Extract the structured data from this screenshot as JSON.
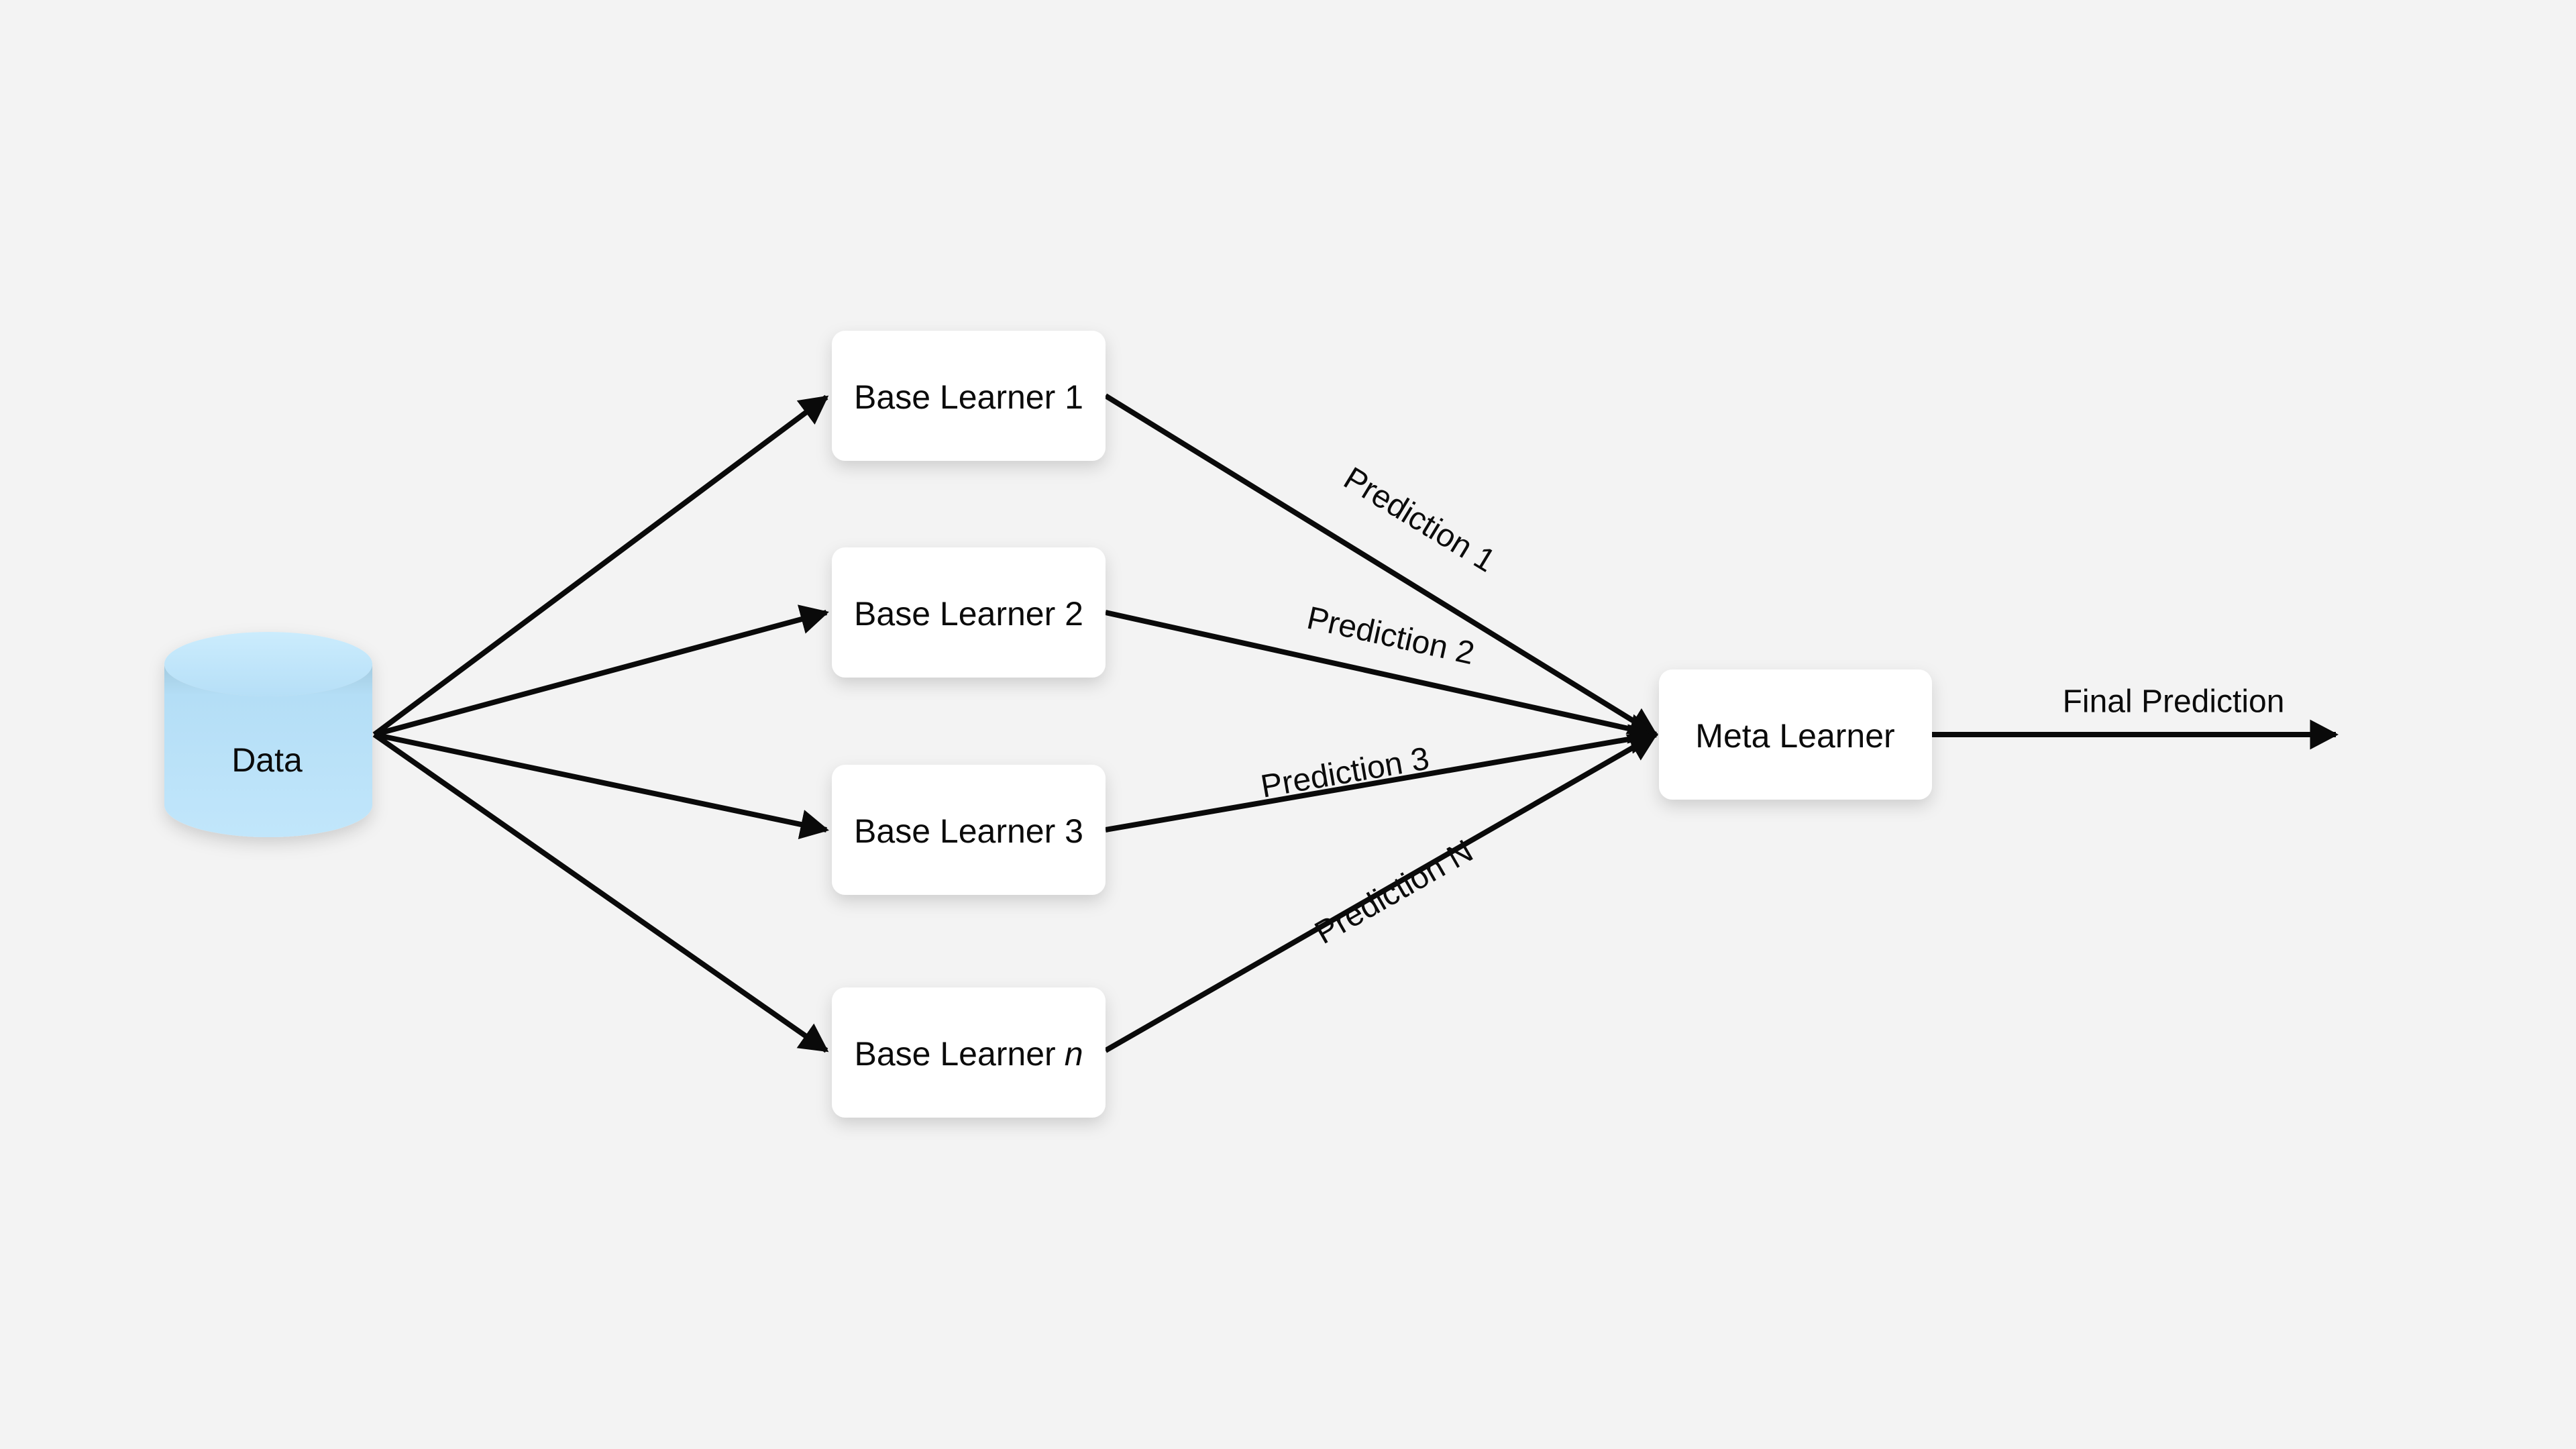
{
  "diagram": {
    "background_color": "#f3f3f3",
    "line_color": "#0a0a0a",
    "node_fill": "#ffffff",
    "data_store": {
      "label": "Data",
      "fill": "#b4def6",
      "fill_light": "#cbecfd"
    },
    "base_learners": [
      {
        "label": "Base Learner 1"
      },
      {
        "label": "Base Learner 2"
      },
      {
        "label": "Base Learner 3"
      },
      {
        "label_prefix": "Base Learner",
        "label_var": "n"
      }
    ],
    "edge_labels": {
      "prediction_1": "Prediction 1",
      "prediction_2": "Prediction 2",
      "prediction_3": "Prediction 3",
      "prediction_n": "Prediction N"
    },
    "meta_learner": {
      "label": "Meta Learner"
    },
    "final_output": {
      "label": "Final Prediction"
    }
  }
}
